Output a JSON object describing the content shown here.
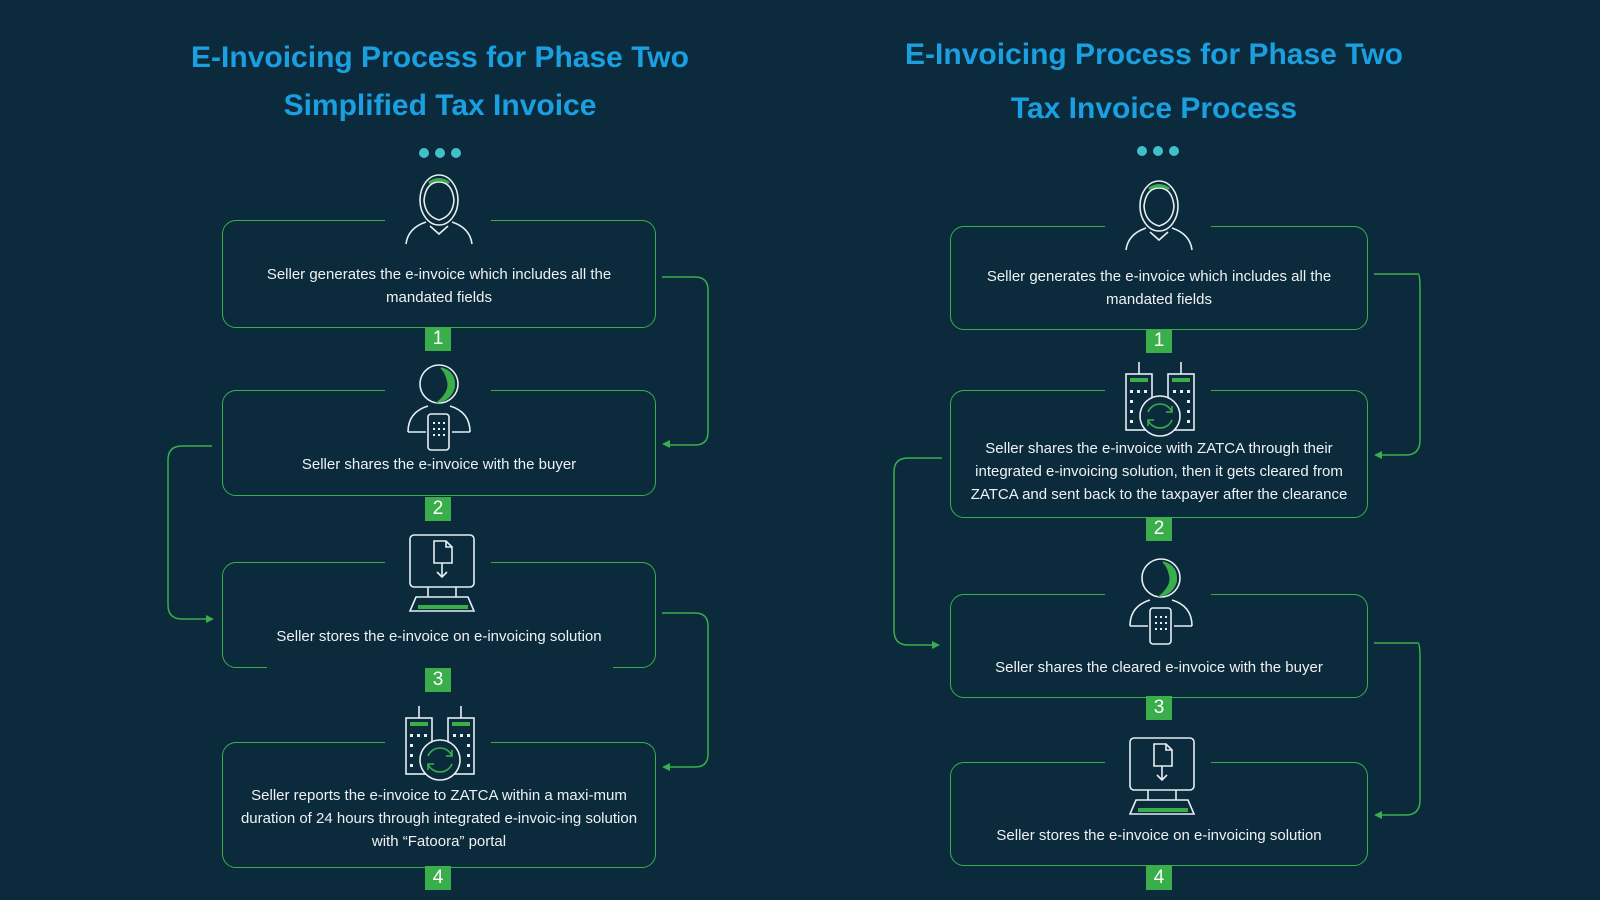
{
  "colors": {
    "background": "#0b2a3b",
    "title": "#1aa0e0",
    "accent": "#3aae4b",
    "dots": "#3ec1c9",
    "text": "#eef2f4"
  },
  "left": {
    "title_line1": "E-Invoicing Process for Phase Two",
    "title_line2": "Simplified Tax Invoice",
    "steps": [
      {
        "number": "1",
        "icon": "person-icon",
        "text": "Seller generates the e-invoice which includes all the mandated fields"
      },
      {
        "number": "2",
        "icon": "person-phone-icon",
        "text": "Seller shares the e-invoice with the buyer"
      },
      {
        "number": "3",
        "icon": "computer-icon",
        "text": "Seller stores the e-invoice on e-invoicing solution"
      },
      {
        "number": "4",
        "icon": "buildings-sync-icon",
        "text": "Seller reports the e-invoice to ZATCA within a maxi-mum duration of 24 hours through integrated e-invoic-ing solution with “Fatoora” portal"
      }
    ]
  },
  "right": {
    "title_line1": "E-Invoicing Process for Phase Two",
    "title_line2": "Tax Invoice Process",
    "steps": [
      {
        "number": "1",
        "icon": "person-icon",
        "text": "Seller generates the e-invoice which includes all the mandated fields"
      },
      {
        "number": "2",
        "icon": "buildings-sync-icon",
        "text": "Seller shares the e-invoice with ZATCA through their integrated e-invoicing solution, then it gets cleared from ZATCA and sent back to the taxpayer after the clearance"
      },
      {
        "number": "3",
        "icon": "person-phone-icon",
        "text": "Seller shares the cleared e-invoice with the buyer"
      },
      {
        "number": "4",
        "icon": "computer-icon",
        "text": "Seller stores the e-invoice on e-invoicing solution"
      }
    ]
  }
}
